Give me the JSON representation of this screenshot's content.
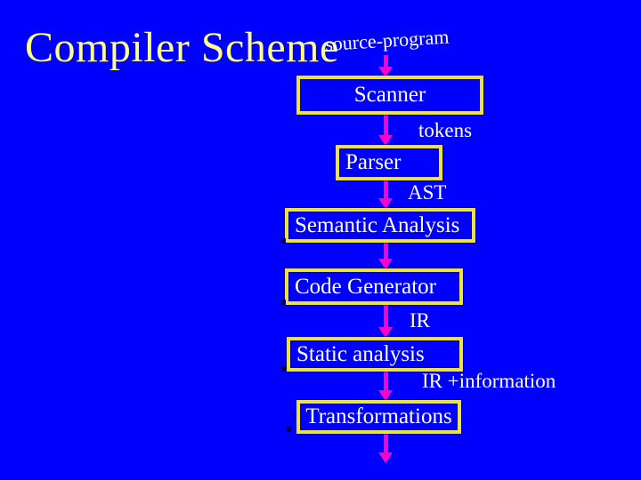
{
  "slide": {
    "title": "Compiler Scheme"
  },
  "colors": {
    "background": "#0000FF",
    "title_text": "#FFFF84",
    "box_border": "#EDE33C",
    "box_text": "#FFFFFF",
    "label_text": "#FFFFFF",
    "arrow": "#FF00CC"
  },
  "diagram": {
    "input_label": "source-program",
    "boxes": [
      {
        "label": "Scanner"
      },
      {
        "label": "Parser"
      },
      {
        "label": "Semantic Analysis"
      },
      {
        "label": "Code Generator"
      },
      {
        "label": "Static analysis"
      },
      {
        "label": "Transformations"
      }
    ],
    "edge_labels": {
      "tokens": "tokens",
      "ast": "AST",
      "ir": "IR",
      "ir_info": "IR +information"
    }
  }
}
